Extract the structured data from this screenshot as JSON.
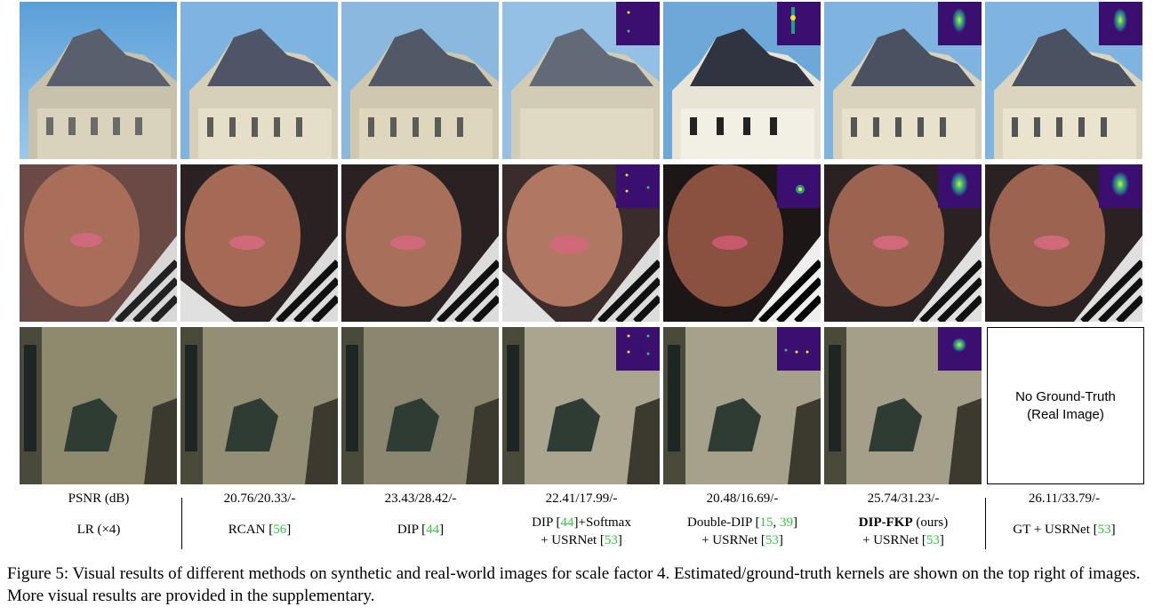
{
  "columns": [
    {
      "psnr": "PSNR (dB)",
      "method_pre": "LR (×4)",
      "cite": "",
      "method_post": "",
      "line2": ""
    },
    {
      "psnr": "20.76/20.33/-",
      "method_pre": "RCAN [",
      "cite": "56",
      "method_post": "]",
      "line2": ""
    },
    {
      "psnr": "23.43/28.42/-",
      "method_pre": "DIP [",
      "cite": "44",
      "method_post": "]",
      "line2": ""
    },
    {
      "psnr": "22.41/17.99/-",
      "method_pre": "DIP [",
      "cite": "44",
      "method_post": "]+Softmax",
      "line2_pre": "+ USRNet [",
      "line2_cite": "53",
      "line2_post": "]"
    },
    {
      "psnr": "20.48/16.69/-",
      "method_pre": "Double-DIP [",
      "cite": "15",
      "cite_b": "39",
      "method_post": "]",
      "line2_pre": "+ USRNet [",
      "line2_cite": "53",
      "line2_post": "]"
    },
    {
      "psnr": "25.74/31.23/-",
      "method_bold": "DIP-FKP",
      "method_post": " (ours)",
      "line2_pre": "+ USRNet [",
      "line2_cite": "53",
      "line2_post": "]"
    },
    {
      "psnr": "26.11/33.79/-",
      "method_pre": "GT + USRNet [",
      "cite": "53",
      "method_post": "]"
    }
  ],
  "no_ground_truth": {
    "line1": "No Ground-Truth",
    "line2": "(Real Image)"
  },
  "caption": "Figure 5: Visual results of different methods on synthetic and real-world images for scale factor 4. Estimated/ground-truth kernels are shown on the top right of images. More visual results are provided in the supplementary.",
  "colors": {
    "citation": "#2ecc40",
    "kernel_bg": "#3b0f70"
  }
}
